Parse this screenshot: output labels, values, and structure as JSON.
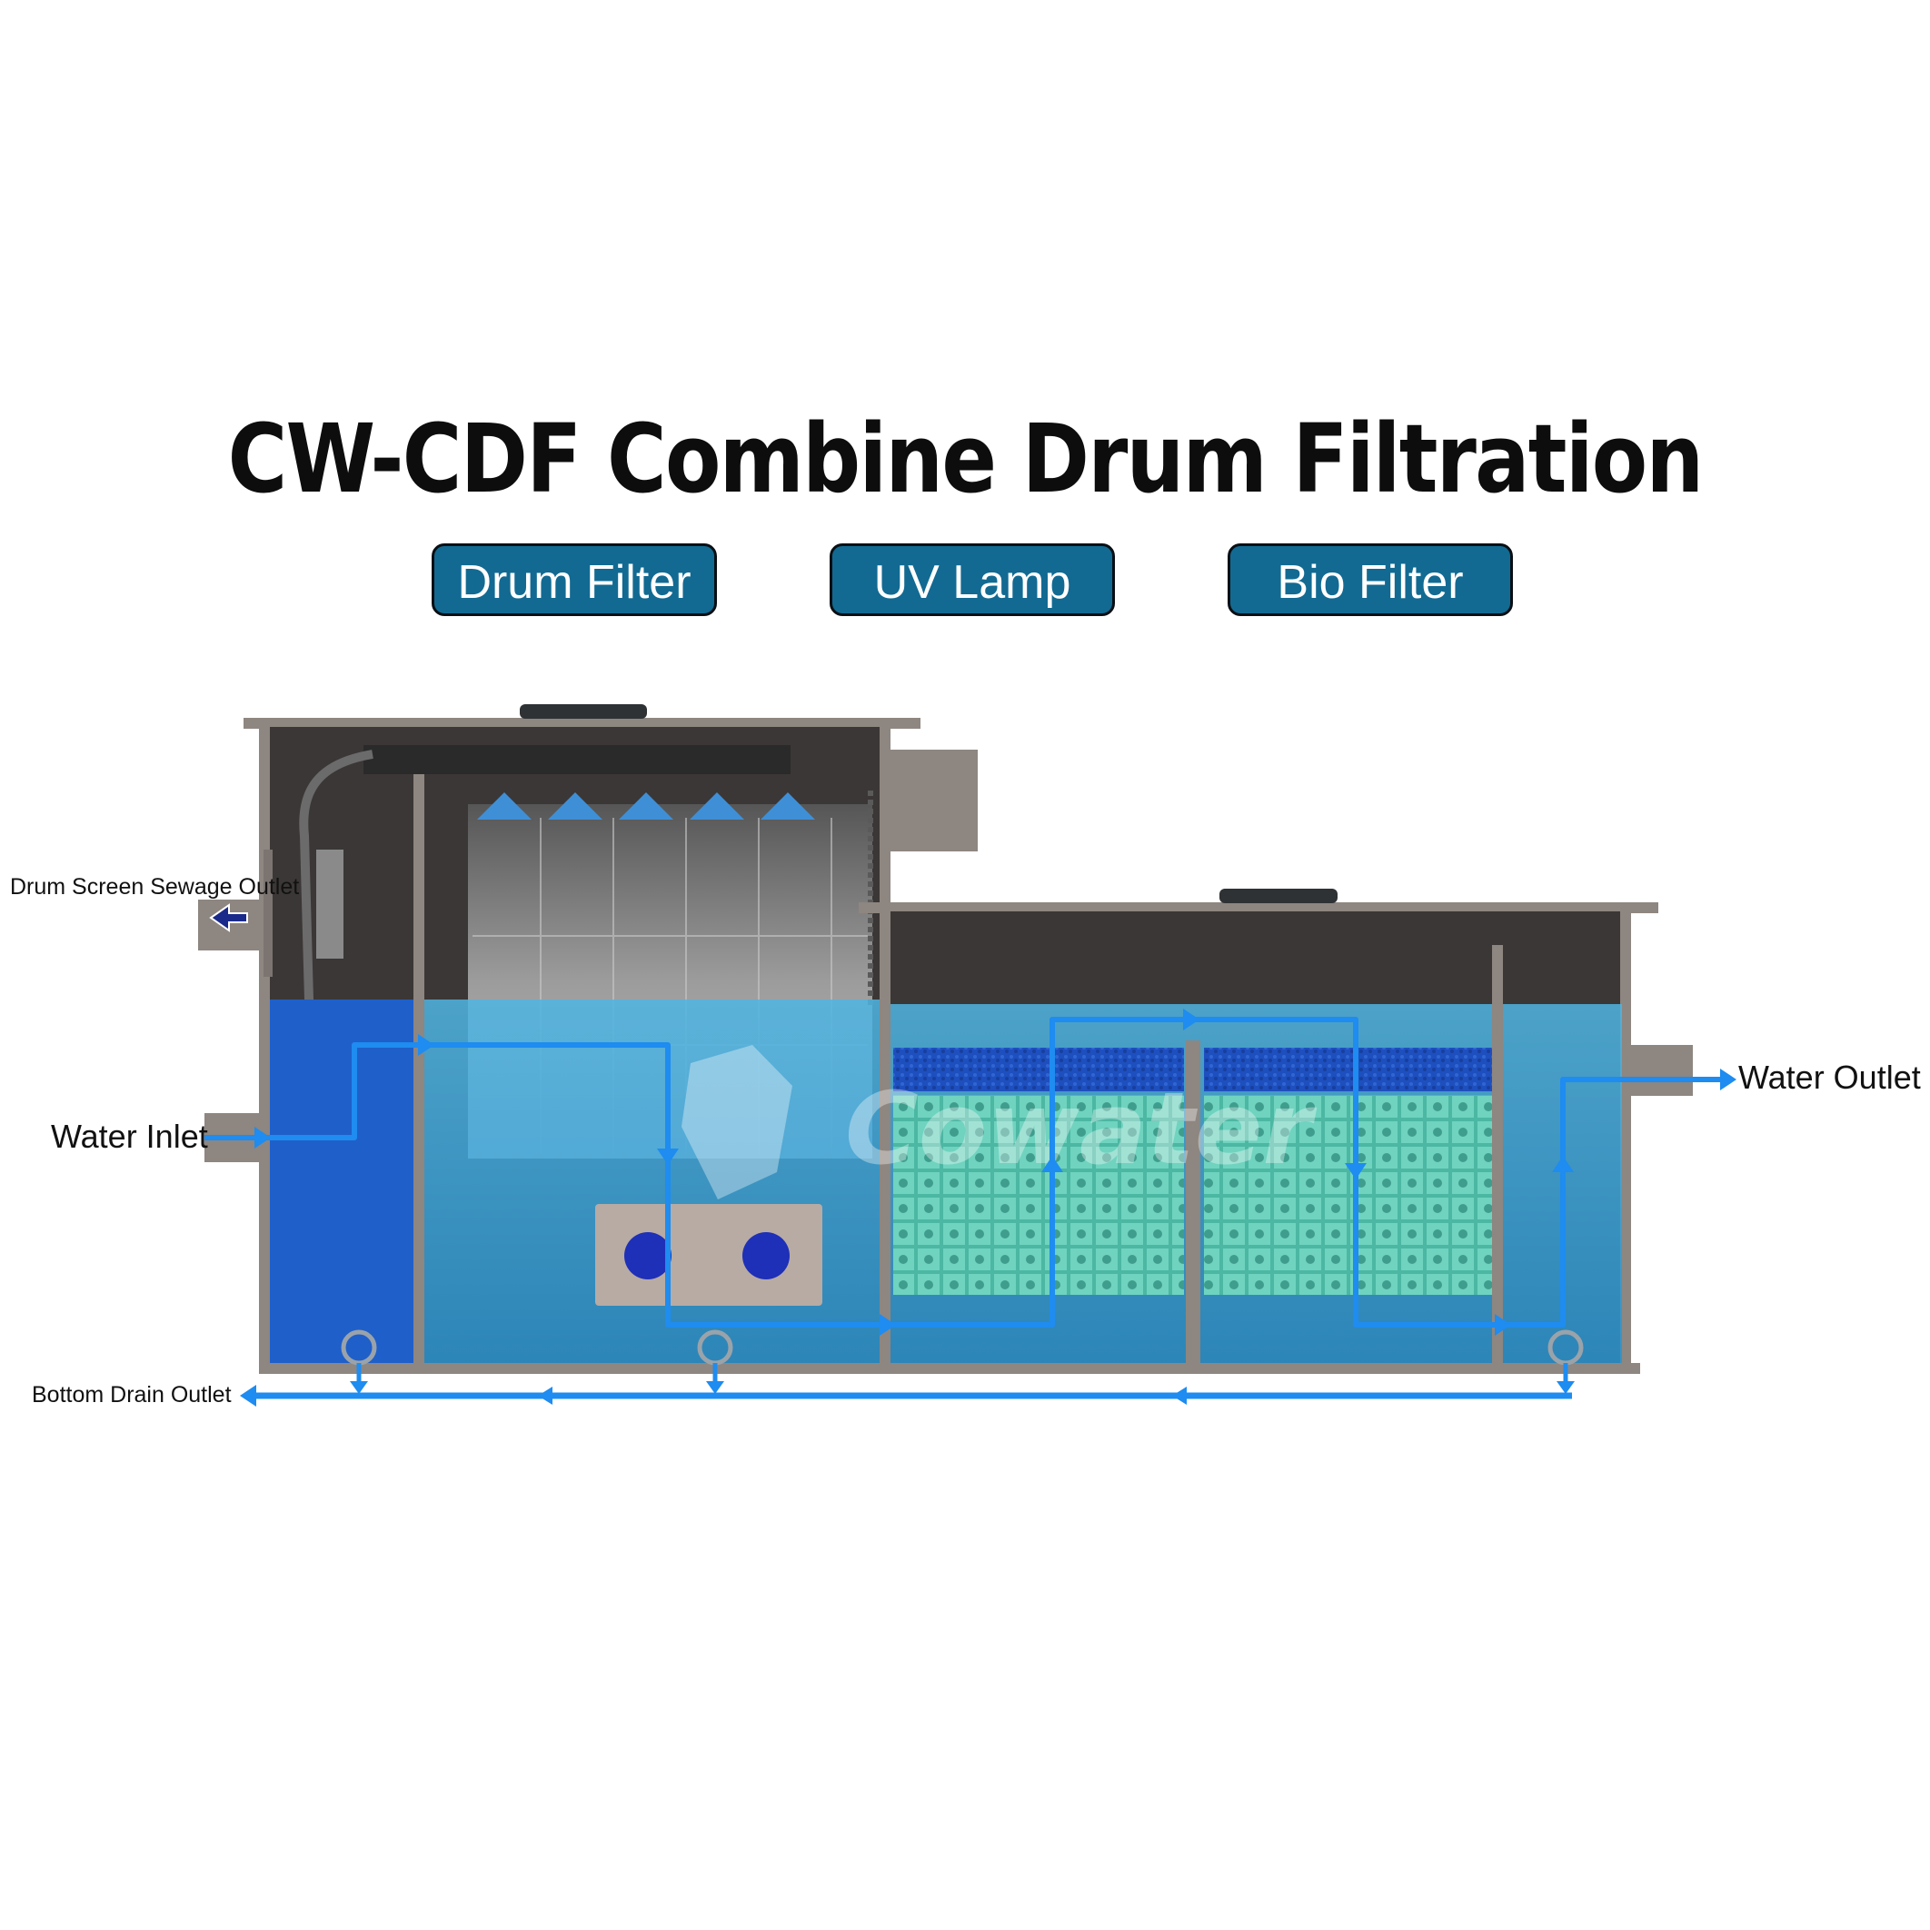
{
  "title": "CW-CDF Combine Drum Filtration",
  "stages": [
    {
      "label": "Drum Filter"
    },
    {
      "label": "UV Lamp"
    },
    {
      "label": "Bio Filter"
    }
  ],
  "labels": {
    "sewage_outlet": "Drum Screen Sewage Outlet",
    "water_inlet": "Water Inlet",
    "water_outlet": "Water Outlet",
    "bottom_drain": "Bottom Drain Outlet"
  },
  "watermark": "Cowater",
  "colors": {
    "badge": "#126a92",
    "flow": "#1e8cf0",
    "water": "#3aa7d9",
    "inlet_chamber": "#1f5fc9",
    "tank": "#8e8680",
    "media": "#6fd3bf",
    "uv_cap": "#1e2fb8"
  }
}
